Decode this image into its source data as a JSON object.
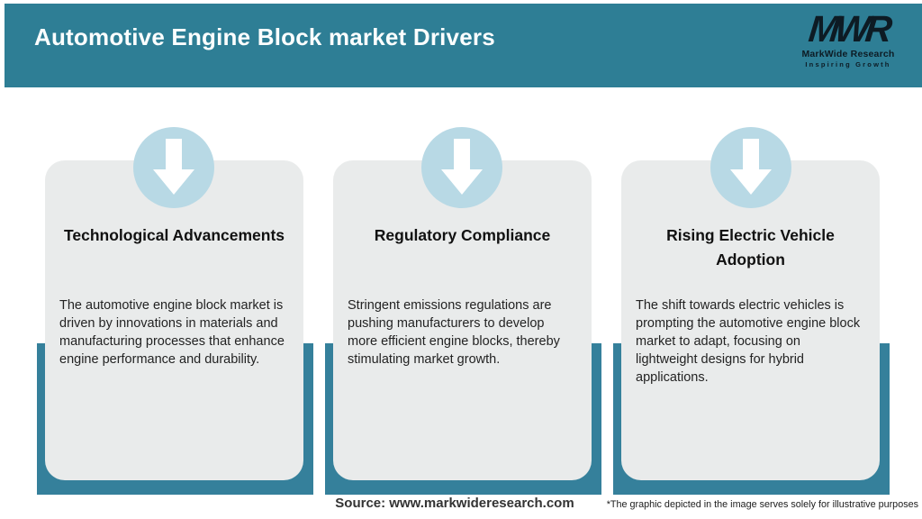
{
  "header": {
    "title": "Automotive Engine Block market Drivers",
    "logo": {
      "acronym": "MWR",
      "name": "MarkWide Research",
      "tagline": "Inspiring Growth"
    }
  },
  "cards": [
    {
      "title": "Technological Advancements",
      "body": "The automotive engine block market is driven by innovations in materials and manufacturing processes that enhance engine performance and durability."
    },
    {
      "title": "Regulatory Compliance",
      "body": "Stringent emissions regulations are pushing manufacturers to develop more efficient engine blocks, thereby stimulating market growth."
    },
    {
      "title": "Rising Electric Vehicle Adoption",
      "body": "The shift towards electric vehicles is prompting the automotive engine block market to adapt, focusing on lightweight designs for hybrid applications."
    }
  ],
  "footer": {
    "source": "Source: www.markwideresearch.com",
    "disclaimer": "*The graphic depicted in the image serves solely for illustrative purposes"
  },
  "colors": {
    "header_teal": "#2E7E95",
    "band_teal": "#35809B",
    "card_gray": "#E9EBEB",
    "circle_blue": "#B8D9E5",
    "arrow": "#FFFFFF",
    "title_text": "#FBFEFE",
    "logo_text": "#0D1B24"
  }
}
